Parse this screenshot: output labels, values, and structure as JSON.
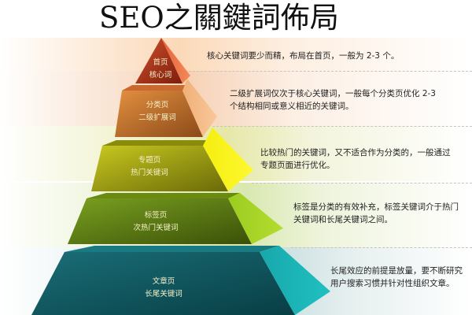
{
  "title": "SEO之關鍵詞佈局",
  "colors": {
    "tier1": "#b33a1a",
    "tier2": "#c8702a",
    "tier3": "#a8a810",
    "tier4": "#5a7a10",
    "tier5": "#0e5a60",
    "band1": "#fde0c4",
    "band2": "#fbe6d4",
    "band3": "#eef0c0",
    "band4": "#e6efc8",
    "band5": "#d8e6e6"
  },
  "tiers": [
    {
      "page": "首页",
      "keyword": "核心词",
      "description": "核心关键词要少而精，布局在首页，一般为 2-3 个。"
    },
    {
      "page": "分类页",
      "keyword": "二级扩展词",
      "description": "二级扩展词仅次于核心关键词，一般每个分类页优化 2-3\n个结构相同或意义相近的关键词。"
    },
    {
      "page": "专题页",
      "keyword": "热门关键词",
      "description": "比较热门的关键词，又不适合作为分类的，一般通过\n专题页面进行优化。"
    },
    {
      "page": "标签页",
      "keyword": "次热门关键词",
      "description": "标签是分类的有效补充，标签关键词介于热门\n关键词和长尾关键词之间。"
    },
    {
      "page": "文章页",
      "keyword": "长尾关键词",
      "description": "长尾效应的前提是放量，要不断研究\n用户搜索习惯并针对性组织文章。"
    }
  ]
}
